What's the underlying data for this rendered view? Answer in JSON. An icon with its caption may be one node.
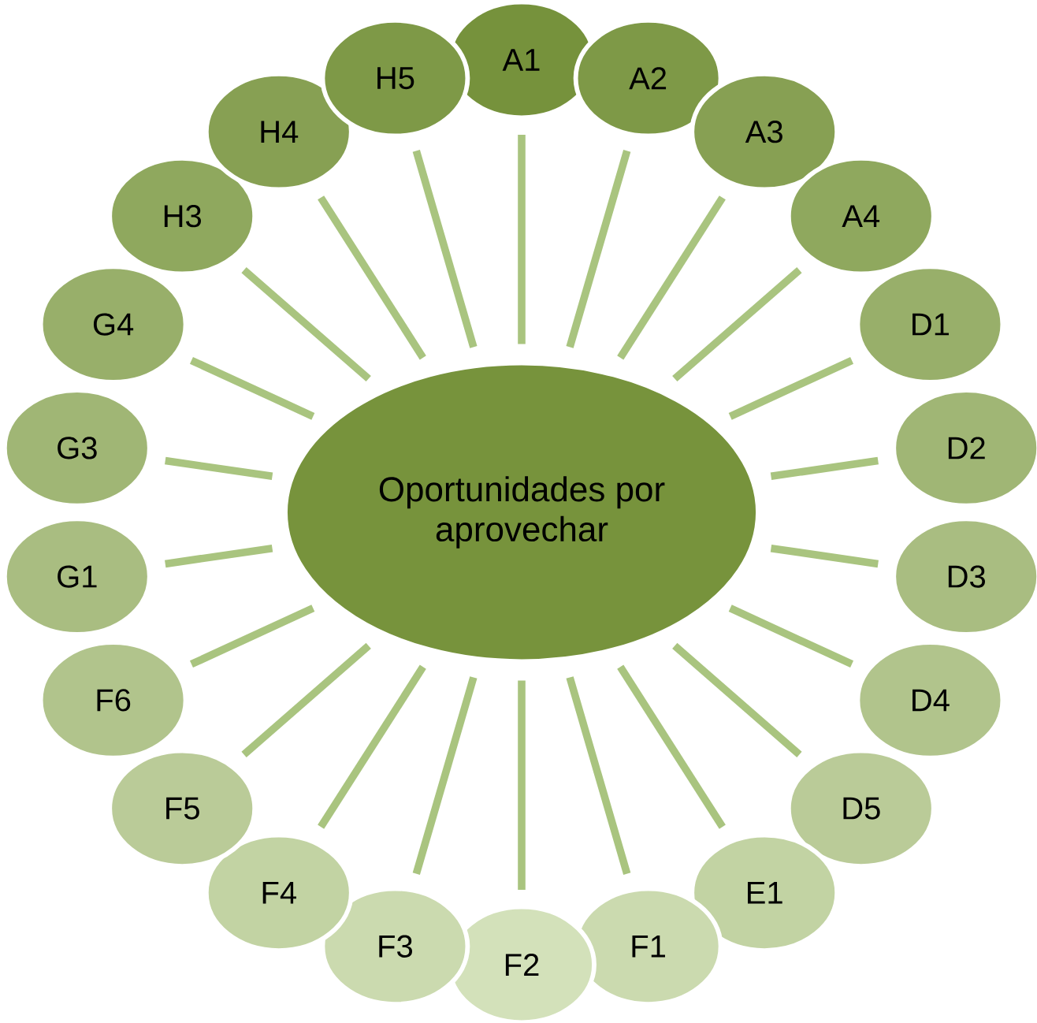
{
  "diagram": {
    "nodes": [
      {
        "text": [
          "Oportunidades por aprovechar"
        ]
      },
      {
        "text": [
          "A1"
        ]
      },
      {
        "text": [
          "A2"
        ]
      },
      {
        "text": [
          "A3"
        ]
      },
      {
        "text": [
          "A4"
        ]
      },
      {
        "text": [
          "D1"
        ]
      },
      {
        "text": [
          "D2"
        ]
      },
      {
        "text": [
          "D3"
        ]
      },
      {
        "text": [
          "D4"
        ]
      },
      {
        "text": [
          "D5"
        ]
      },
      {
        "text": [
          "E1"
        ]
      },
      {
        "text": [
          "F1"
        ]
      },
      {
        "text": [
          "F2"
        ]
      },
      {
        "text": [
          "F3"
        ]
      },
      {
        "text": [
          "F4"
        ]
      },
      {
        "text": [
          "F5"
        ]
      },
      {
        "text": [
          "F6"
        ]
      },
      {
        "text": [
          "G1"
        ]
      },
      {
        "text": [
          "G3"
        ]
      },
      {
        "text": [
          "G4"
        ]
      },
      {
        "text": [
          "H3"
        ]
      },
      {
        "text": [
          "H4"
        ]
      },
      {
        "text": [
          "H5"
        ]
      }
    ],
    "edges": [
      {
        "from": 0,
        "to": 1,
        "arrow": "none"
      },
      {
        "from": 0,
        "to": 2,
        "arrow": "none"
      },
      {
        "from": 0,
        "to": 3,
        "arrow": "none"
      },
      {
        "from": 0,
        "to": 4,
        "arrow": "none"
      },
      {
        "from": 0,
        "to": 5,
        "arrow": "none"
      },
      {
        "from": 0,
        "to": 6,
        "arrow": "none"
      },
      {
        "from": 0,
        "to": 7,
        "arrow": "none"
      },
      {
        "from": 0,
        "to": 8,
        "arrow": "none"
      },
      {
        "from": 0,
        "to": 9,
        "arrow": "none"
      },
      {
        "from": 0,
        "to": 10,
        "arrow": "none"
      },
      {
        "from": 0,
        "to": 11,
        "arrow": "none"
      },
      {
        "from": 0,
        "to": 12,
        "arrow": "none"
      },
      {
        "from": 0,
        "to": 13,
        "arrow": "none"
      },
      {
        "from": 0,
        "to": 14,
        "arrow": "none"
      },
      {
        "from": 0,
        "to": 15,
        "arrow": "none"
      },
      {
        "from": 0,
        "to": 16,
        "arrow": "none"
      },
      {
        "from": 0,
        "to": 17,
        "arrow": "none"
      },
      {
        "from": 0,
        "to": 18,
        "arrow": "none"
      },
      {
        "from": 0,
        "to": 19,
        "arrow": "none"
      },
      {
        "from": 0,
        "to": 20,
        "arrow": "none"
      },
      {
        "from": 0,
        "to": 21,
        "arrow": "none"
      },
      {
        "from": 0,
        "to": 22,
        "arrow": "none"
      }
    ]
  }
}
